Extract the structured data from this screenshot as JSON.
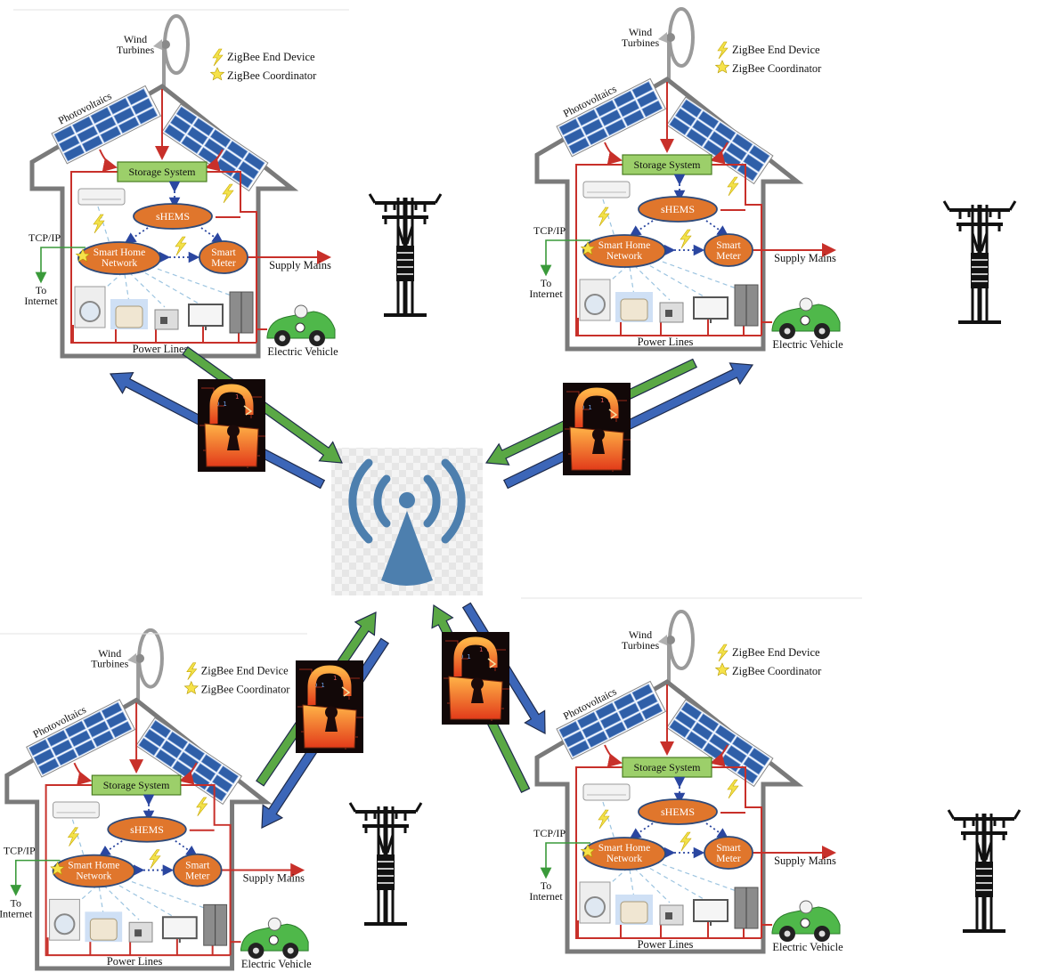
{
  "houses": [
    {
      "wind_turbines": "Wind\nTurbines",
      "legend_end_device": "ZigBee End Device",
      "legend_coordinator": "ZigBee Coordinator",
      "photovoltaics": "Photovoltaics",
      "storage_system": "Storage System",
      "shems": "sHEMS",
      "smart_home_network": "Smart Home\nNetwork",
      "smart_meter": "Smart\nMeter",
      "tcp_ip": "TCP/IP",
      "to_internet": "To\nInternet",
      "supply_mains": "Supply Mains",
      "power_lines": "Power Lines",
      "electric_vehicle": "Electric Vehicle"
    },
    {
      "wind_turbines": "Wind\nTurbines",
      "legend_end_device": "ZigBee End Device",
      "legend_coordinator": "ZigBee Coordinator",
      "photovoltaics": "Photovoltaics",
      "storage_system": "Storage System",
      "shems": "sHEMS",
      "smart_home_network": "Smart Home\nNetwork",
      "smart_meter": "Smart\nMeter",
      "tcp_ip": "TCP/IP",
      "to_internet": "To\nInternet",
      "supply_mains": "Supply Mains",
      "power_lines": "Power Lines",
      "electric_vehicle": "Electric Vehicle"
    },
    {
      "wind_turbines": "Wind\nTurbines",
      "legend_end_device": "ZigBee End Device",
      "legend_coordinator": "ZigBee Coordinator",
      "photovoltaics": "Photovoltaics",
      "storage_system": "Storage System",
      "shems": "sHEMS",
      "smart_home_network": "Smart Home\nNetwork",
      "smart_meter": "Smart\nMeter",
      "tcp_ip": "TCP/IP",
      "to_internet": "To\nInternet",
      "supply_mains": "Supply Mains",
      "power_lines": "Power Lines",
      "electric_vehicle": "Electric Vehicle"
    },
    {
      "wind_turbines": "Wind\nTurbines",
      "legend_end_device": "ZigBee End Device",
      "legend_coordinator": "ZigBee Coordinator",
      "photovoltaics": "Photovoltaics",
      "storage_system": "Storage System",
      "shems": "sHEMS",
      "smart_home_network": "Smart Home\nNetwork",
      "smart_meter": "Smart\nMeter",
      "tcp_ip": "TCP/IP",
      "to_internet": "To\nInternet",
      "supply_mains": "Supply Mains",
      "power_lines": "Power Lines",
      "electric_vehicle": "Electric Vehicle"
    }
  ],
  "icons": {
    "access_point": "wireless-access-point-icon",
    "padlock": "broken-padlock-icon",
    "pylon": "power-pylon-icon",
    "end_device": "lightning-bolt-icon",
    "coordinator": "star-icon",
    "turbine": "wind-turbine-icon",
    "solar": "solar-panel-icon",
    "ev": "electric-car-icon"
  },
  "colors": {
    "house_outline": "#7a7a7a",
    "power_line": "#c8302a",
    "node_fill": "#e0762c",
    "node_stroke": "#2e4a7a",
    "storage_fill": "#9ccf6a",
    "storage_stroke": "#4a7d22",
    "tcp_line": "#3a9a3a",
    "solar_cell": "#2f5fa8",
    "to_ap_arrow": "#5aa845",
    "from_ap_arrow": "#3c66b8",
    "access_point": "#4d7fae"
  }
}
